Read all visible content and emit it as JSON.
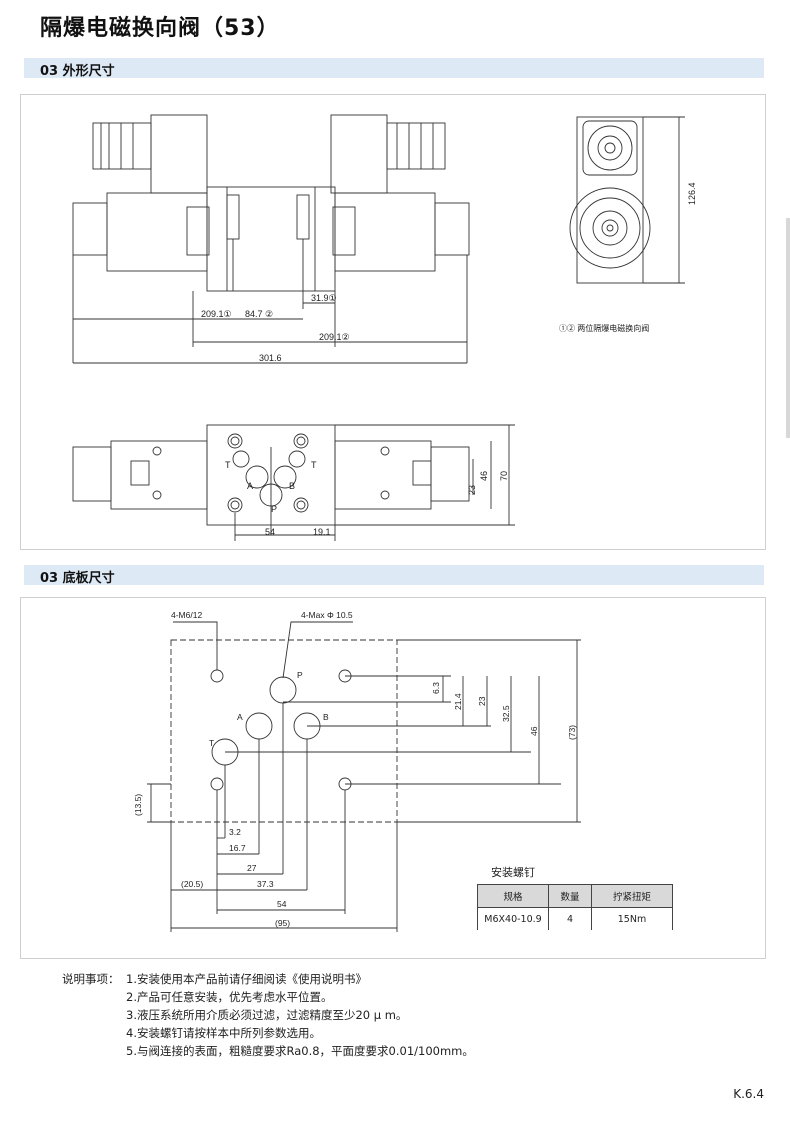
{
  "title": "隔爆电磁换向阀（53）",
  "sections": {
    "outline": "03  外形尺寸",
    "subplate": "03  底板尺寸"
  },
  "outline_dims": {
    "d1": "209.1①",
    "d2": "84.7 ②",
    "d3": "31.9①",
    "d4": "209.1②",
    "d5": "301.6",
    "height": "126.4",
    "legend": "①② 两位隔爆电磁换向阀",
    "top_54": "54",
    "top_19": "19.1",
    "top_23": "23",
    "top_46": "46",
    "top_70": "70",
    "port_T1": "T",
    "port_T2": "T",
    "port_A": "A",
    "port_B": "B",
    "port_P": "P"
  },
  "subplate_dims": {
    "thread": "4-M6/12",
    "maxdia": "4-Max Φ 10.5",
    "v63": "6.3",
    "v214": "21.4",
    "v23": "23",
    "v325": "32.5",
    "v46": "46",
    "v73": "(73)",
    "v135": "(13.5)",
    "h32": "3.2",
    "h167": "16.7",
    "h27": "27",
    "h373": "37.3",
    "h205": "(20.5)",
    "h54": "54",
    "h95": "(95)",
    "port_P": "P",
    "port_A": "A",
    "port_B": "B",
    "port_T": "T"
  },
  "bolt_table": {
    "caption": "安装螺钉",
    "headers": [
      "规格",
      "数量",
      "拧紧扭矩"
    ],
    "row": [
      "M6X40-10.9",
      "4",
      "15Nm"
    ]
  },
  "notes": {
    "label": "说明事项：",
    "items": [
      "1.安装使用本产品前请仔细阅读《使用说明书》",
      "2.产品可任意安装，优先考虑水平位置。",
      "3.液压系统所用介质必须过滤，过滤精度至少20 μ m。",
      "4.安装螺钉请按样本中所列参数选用。",
      "5.与阀连接的表面，粗糙度要求Ra0.8，平面度要求0.01/100mm。"
    ]
  },
  "page_number": "K.6.4"
}
